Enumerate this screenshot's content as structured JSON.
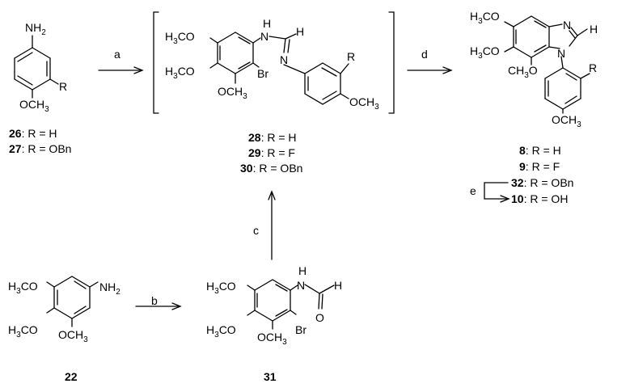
{
  "compounds": {
    "c26_27": {
      "atoms": {
        "nh2": "NH2",
        "r": "R",
        "och3": "OCH3"
      },
      "labels": [
        {
          "num": "26",
          "text": ": R = H"
        },
        {
          "num": "27",
          "text": ": R = OBn"
        }
      ]
    },
    "c28_30": {
      "atoms": {
        "h3co_top": "H3CO",
        "h3co_mid": "H3CO",
        "och3_bottom": "OCH3",
        "br": "Br",
        "nh": "N",
        "h_nh": "H",
        "h_ch": "H",
        "n_imine": "N",
        "r": "R",
        "och3_aryl": "OCH3"
      },
      "labels": [
        {
          "num": "28",
          "text": ": R = H"
        },
        {
          "num": "29",
          "text": ": R = F"
        },
        {
          "num": "30",
          "text": ": R = OBn"
        }
      ]
    },
    "c8_10": {
      "atoms": {
        "h3co_top": "H3CO",
        "n_imine": "N",
        "h": "H",
        "h3co_mid": "H3CO",
        "n1": "N",
        "ch3o": "CH3O",
        "r": "R",
        "och3": "OCH3"
      },
      "labels": [
        {
          "num": "8",
          "text": ": R = H"
        },
        {
          "num": "9",
          "text": ": R = F"
        },
        {
          "num": "32",
          "text": ": R = OBn"
        },
        {
          "num": "10",
          "text": ": R = OH"
        }
      ]
    },
    "c22": {
      "atoms": {
        "h3co_top": "H3CO",
        "nh2": "NH2",
        "h3co_mid": "H3CO",
        "och3": "OCH3"
      },
      "label": "22"
    },
    "c31": {
      "atoms": {
        "h3co_top": "H3CO",
        "n": "N",
        "h_n": "H",
        "h_cho": "H",
        "o": "O",
        "br": "Br",
        "h3co_mid": "H3CO",
        "och3": "OCH3"
      },
      "label": "31"
    }
  },
  "steps": {
    "a": "a",
    "b": "b",
    "c": "c",
    "d": "d",
    "e": "e"
  }
}
